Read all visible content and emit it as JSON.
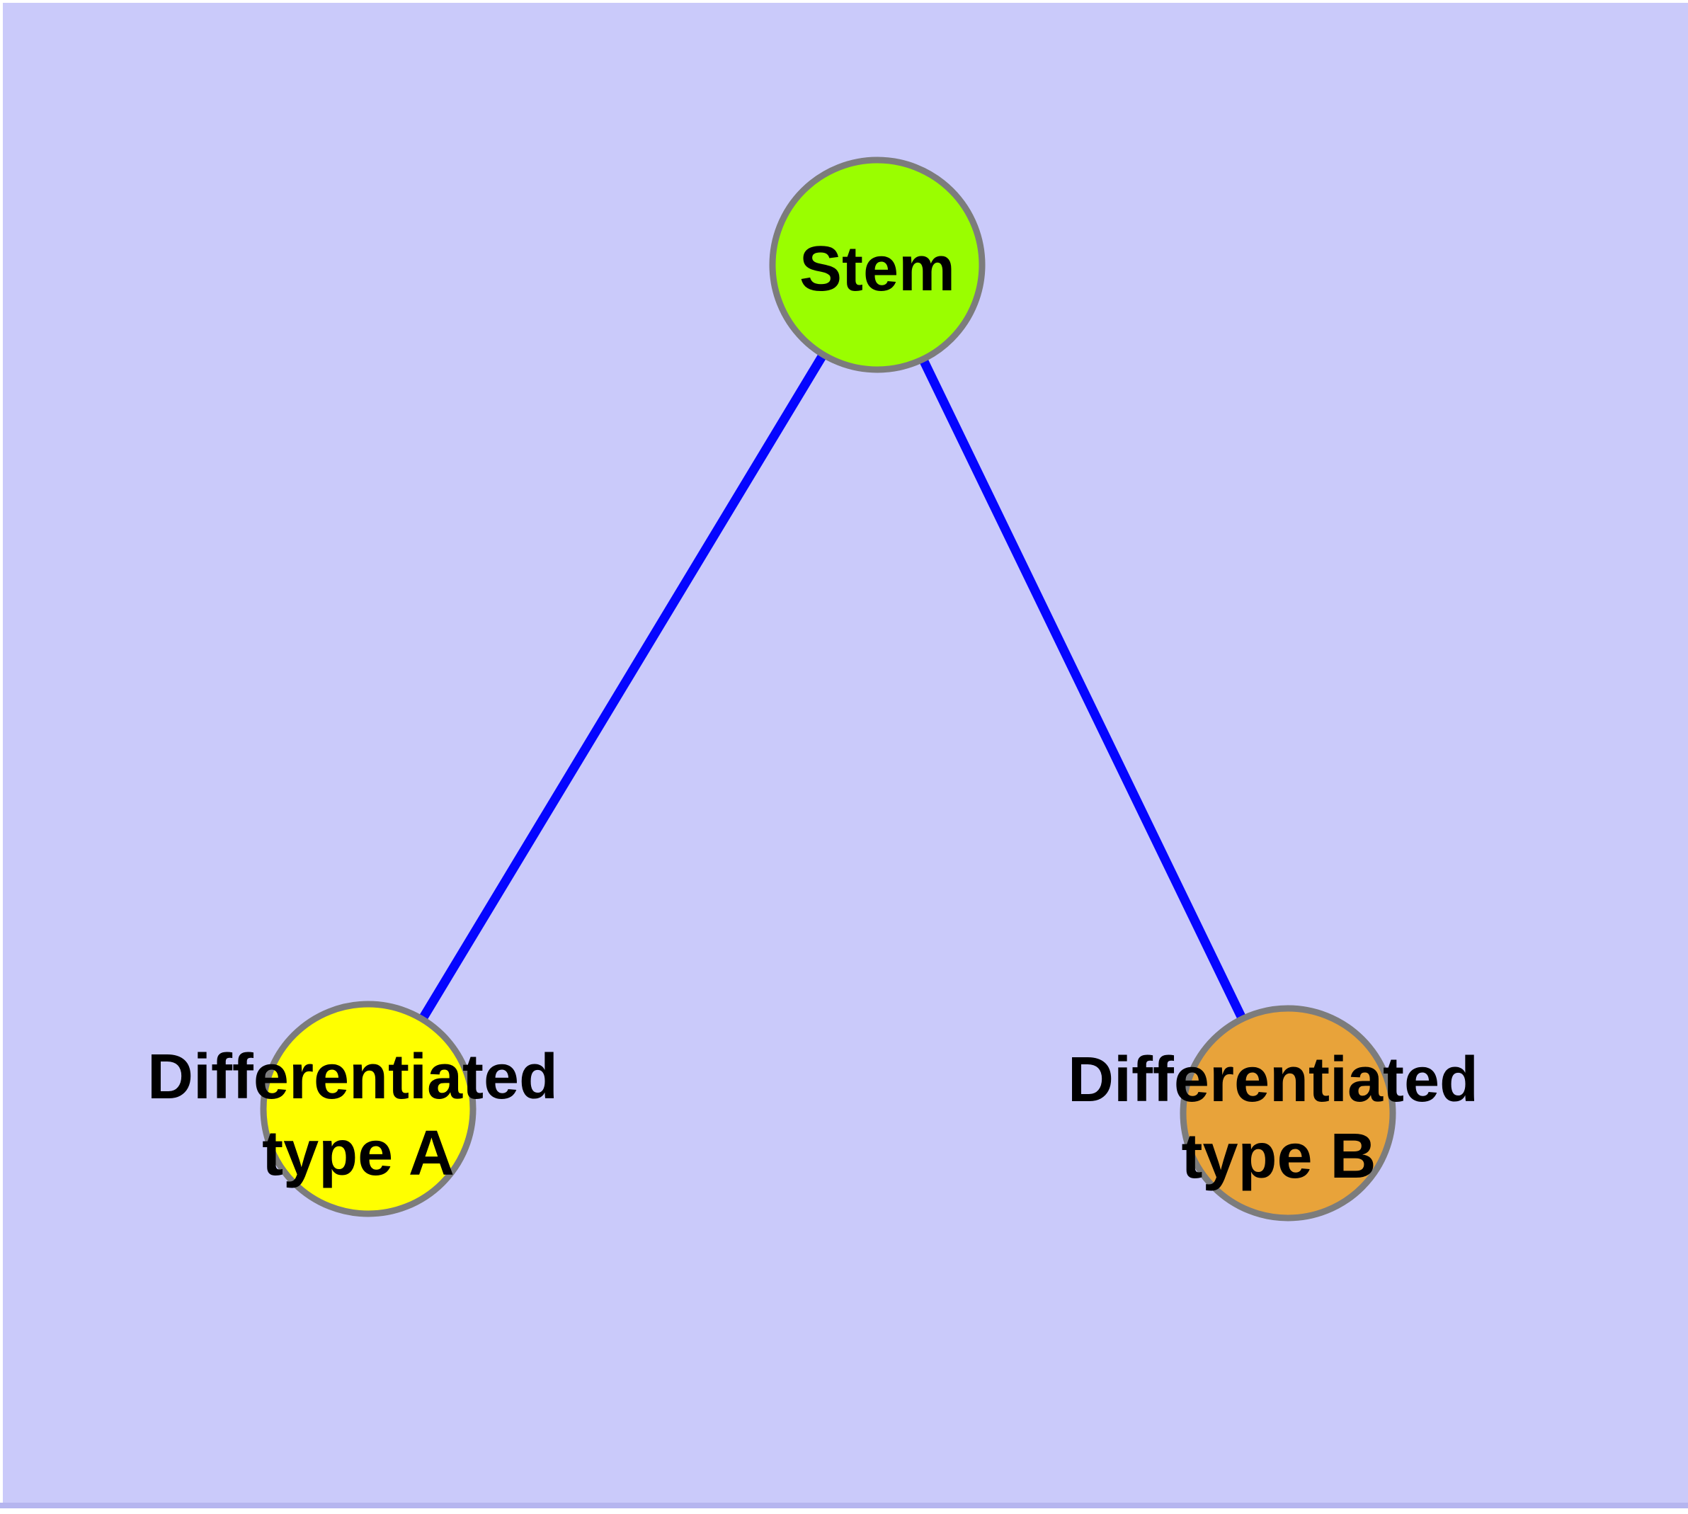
{
  "diagram": {
    "type": "graph",
    "description": "Stem cell differentiation tree: one stem node with edges to two differentiated cell type nodes",
    "background_color": "#CACAFA",
    "frame_color": "#FFFFFF",
    "bottom_band_color": "#B5B5EF",
    "edge_color": "#0505FF",
    "node_border_color": "#7C7C7C",
    "label_color": "#000000",
    "nodes": {
      "stem": {
        "label": "Stem",
        "color": "#9AFE00"
      },
      "type_a": {
        "label_line1": "Differentiated",
        "label_line2": "type A",
        "color": "#FFFF00"
      },
      "type_b": {
        "label_line1": "Differentiated",
        "label_line2": "type B",
        "color": "#E8A33A"
      }
    },
    "edges": [
      {
        "from": "Stem",
        "to": "Differentiated type A"
      },
      {
        "from": "Stem",
        "to": "Differentiated type B"
      }
    ]
  }
}
